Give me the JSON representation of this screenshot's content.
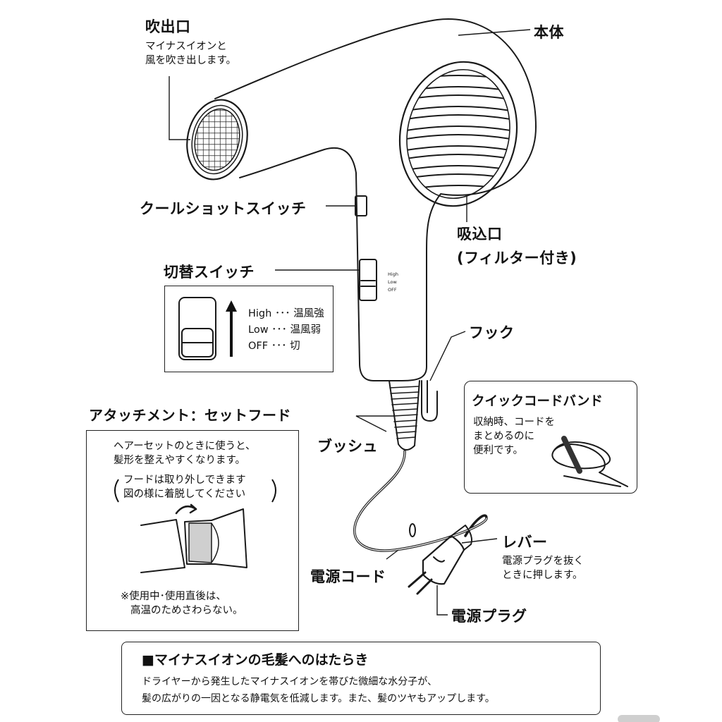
{
  "labels": {
    "outlet": {
      "title": "吹出口",
      "desc": [
        "マイナスイオンと",
        "風を吹き出します。"
      ]
    },
    "body": "本体",
    "cool_shot": "クールショットスイッチ",
    "intake": [
      "吸込口",
      "(フィルター付き)"
    ],
    "mode_switch": "切替スイッチ",
    "hook": "フック",
    "bush": "ブッシュ",
    "cord": "電源コード",
    "lever": {
      "title": "レバー",
      "desc": [
        "電源プラグを抜く",
        "ときに押します。"
      ]
    },
    "plug": "電源プラグ"
  },
  "switch_marks": [
    "High",
    "Low",
    "OFF"
  ],
  "switch_legend": [
    {
      "label": "High",
      "dots": "･･･",
      "value": "温風強"
    },
    {
      "label": "Low",
      "dots": "･･･",
      "value": "温風弱"
    },
    {
      "label": "OFF",
      "dots": "･･･",
      "value": "切"
    }
  ],
  "quick_band": {
    "title": "クイックコードバンド",
    "desc": [
      "収納時、コードを",
      "まとめるのに",
      "便利です。"
    ]
  },
  "attachment": {
    "title": "アタッチメント：セットフード",
    "desc": [
      "ヘアーセットのときに使うと、",
      "髪形を整えやすくなります。"
    ],
    "note": [
      "フードは取り外しできます",
      "図の様に着脱してください"
    ],
    "caution": [
      "※使用中･使用直後は、",
      "高温のためさわらない。"
    ]
  },
  "ion_info": {
    "title": "■マイナスイオンの毛髪へのはたらき",
    "text": [
      "ドライヤーから発生したマイナスイオンを帯びた微細な水分子が、",
      "髪の広がりの一因となる静電気を低減します。また、髪のツヤもアップします。"
    ]
  }
}
